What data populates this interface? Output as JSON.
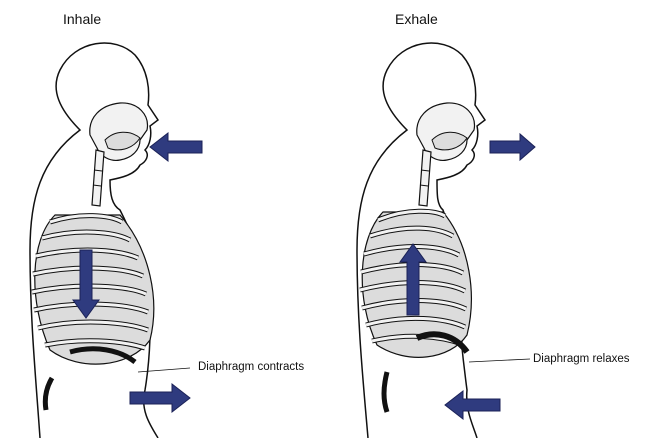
{
  "panels": [
    {
      "title": "Inhale",
      "label": "Diaphragm contracts",
      "airflow": "in",
      "chest": "down",
      "belly": "out"
    },
    {
      "title": "Exhale",
      "label": "Diaphragm relaxes",
      "airflow": "out",
      "chest": "up",
      "belly": "in"
    }
  ],
  "colors": {
    "arrow": "#2f3b7f",
    "outline": "#111111",
    "lung": "#dcdcdc",
    "bone": "#f2f2f2"
  }
}
